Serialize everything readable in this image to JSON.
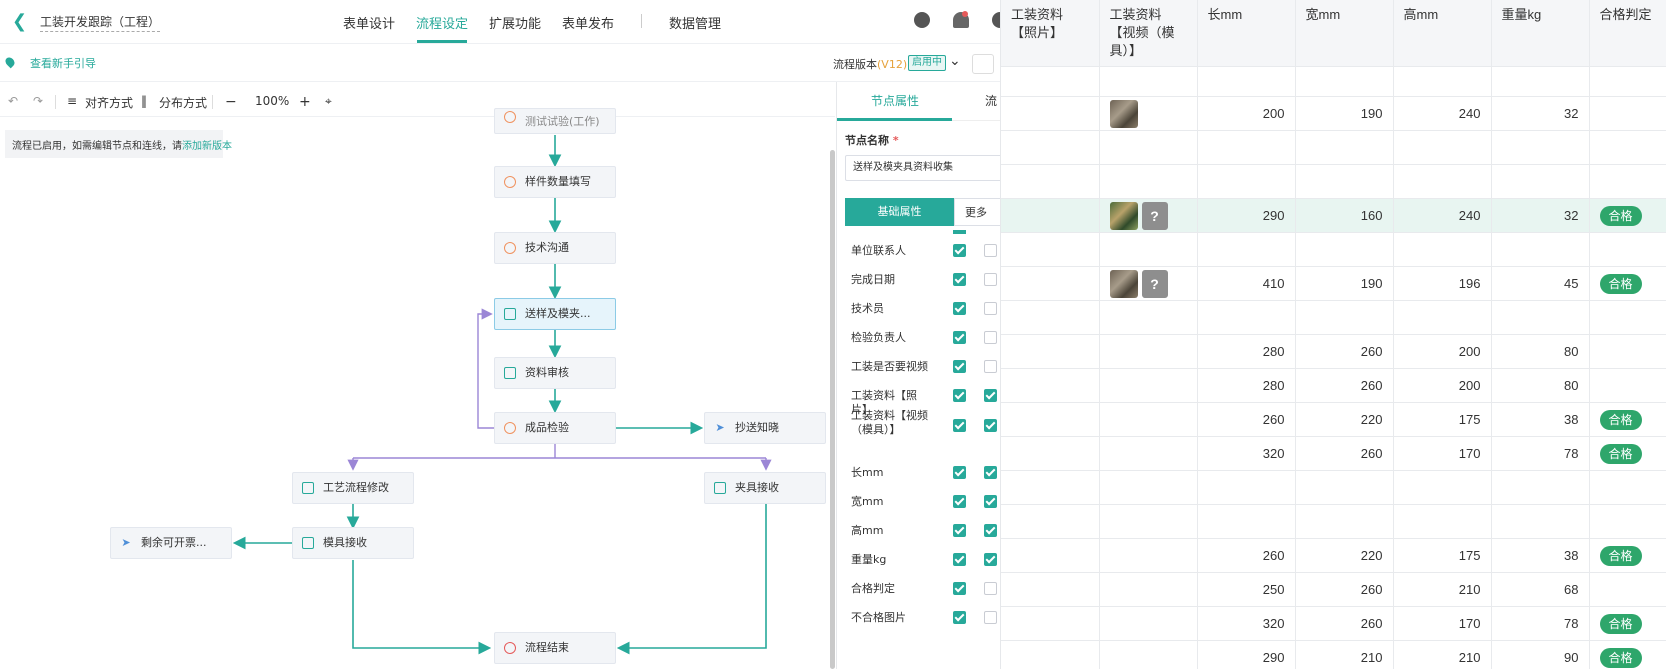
{
  "header": {
    "back_icon": "chevron-left-icon",
    "title": "工装开发跟踪（工程）",
    "nav": [
      {
        "label": "表单设计"
      },
      {
        "label": "流程设定",
        "active": true
      },
      {
        "label": "扩展功能"
      },
      {
        "label": "表单发布"
      },
      {
        "label": "数据管理"
      }
    ]
  },
  "subbar": {
    "guide": "查看新手引导",
    "version_label": "流程版本",
    "version": "(V12)",
    "status": "启用中"
  },
  "toolbar": {
    "zoom": "100%",
    "align": "对齐方式",
    "distribute": "分布方式"
  },
  "canvas": {
    "notice_prefix": "流程已启用，如需编辑节点和连线，请",
    "notice_link": "添加新版本",
    "nodes": {
      "top_partial": "测试试验(工作)",
      "n1": "样件数量填写",
      "n2": "技术沟通",
      "n3": "送样及模夹...",
      "n4": "资料审核",
      "n5": "成品检验",
      "n6": "抄送知晓",
      "n7": "工艺流程修改",
      "n8": "夹具接收",
      "n9": "剩余可开票...",
      "n10": "模具接收",
      "n11": "流程结束"
    }
  },
  "panel": {
    "tabs": [
      "节点属性",
      "流"
    ],
    "name_label": "节点名称",
    "name_value": "送样及模夹具资料收集",
    "seg_on": "基础属性",
    "seg_off": "更多",
    "rows": [
      {
        "label": "单位联系人",
        "a": true,
        "b": false
      },
      {
        "label": "完成日期",
        "a": true,
        "b": false
      },
      {
        "label": "技术员",
        "a": true,
        "b": false
      },
      {
        "label": "检验负责人",
        "a": true,
        "b": false
      },
      {
        "label": "工装是否要视频",
        "a": true,
        "b": false
      },
      {
        "label": "工装资料【照片】",
        "a": true,
        "b": true
      },
      {
        "label": "工装资料【视频（模具）】",
        "a": true,
        "b": true
      },
      {
        "label": "长mm",
        "a": true,
        "b": true
      },
      {
        "label": "宽mm",
        "a": true,
        "b": true
      },
      {
        "label": "高mm",
        "a": true,
        "b": true
      },
      {
        "label": "重量kg",
        "a": true,
        "b": true
      },
      {
        "label": "合格判定",
        "a": true,
        "b": false
      },
      {
        "label": "不合格图片",
        "a": true,
        "b": false
      }
    ]
  },
  "table": {
    "headers": [
      "工装资料【照片】",
      "工装资料【视频（模具）】",
      "长mm",
      "宽mm",
      "高mm",
      "重量kg",
      "合格判定"
    ],
    "rows": [
      {
        "video": "",
        "l": "",
        "w": "",
        "h": "",
        "kg": "",
        "judge": ""
      },
      {
        "video": "thumb",
        "l": "200",
        "w": "190",
        "h": "240",
        "kg": "32",
        "judge": ""
      },
      {
        "video": "",
        "l": "",
        "w": "",
        "h": "",
        "kg": "",
        "judge": ""
      },
      {
        "video": "",
        "l": "",
        "w": "",
        "h": "",
        "kg": "",
        "judge": ""
      },
      {
        "video": "thumb+q",
        "l": "290",
        "w": "160",
        "h": "240",
        "kg": "32",
        "judge": "合格",
        "hl": true
      },
      {
        "video": "",
        "l": "",
        "w": "",
        "h": "",
        "kg": "",
        "judge": ""
      },
      {
        "video": "thumb+q",
        "l": "410",
        "w": "190",
        "h": "196",
        "kg": "45",
        "judge": "合格"
      },
      {
        "video": "",
        "l": "",
        "w": "",
        "h": "",
        "kg": "",
        "judge": ""
      },
      {
        "video": "",
        "l": "280",
        "w": "260",
        "h": "200",
        "kg": "80",
        "judge": ""
      },
      {
        "video": "",
        "l": "280",
        "w": "260",
        "h": "200",
        "kg": "80",
        "judge": ""
      },
      {
        "video": "",
        "l": "260",
        "w": "220",
        "h": "175",
        "kg": "38",
        "judge": "合格"
      },
      {
        "video": "",
        "l": "320",
        "w": "260",
        "h": "170",
        "kg": "78",
        "judge": "合格"
      },
      {
        "video": "",
        "l": "",
        "w": "",
        "h": "",
        "kg": "",
        "judge": ""
      },
      {
        "video": "",
        "l": "",
        "w": "",
        "h": "",
        "kg": "",
        "judge": ""
      },
      {
        "video": "",
        "l": "260",
        "w": "220",
        "h": "175",
        "kg": "38",
        "judge": "合格"
      },
      {
        "video": "",
        "l": "250",
        "w": "260",
        "h": "210",
        "kg": "68",
        "judge": ""
      },
      {
        "video": "",
        "l": "320",
        "w": "260",
        "h": "170",
        "kg": "78",
        "judge": "合格"
      },
      {
        "video": "",
        "l": "290",
        "w": "210",
        "h": "210",
        "kg": "90",
        "judge": "合格"
      }
    ]
  }
}
